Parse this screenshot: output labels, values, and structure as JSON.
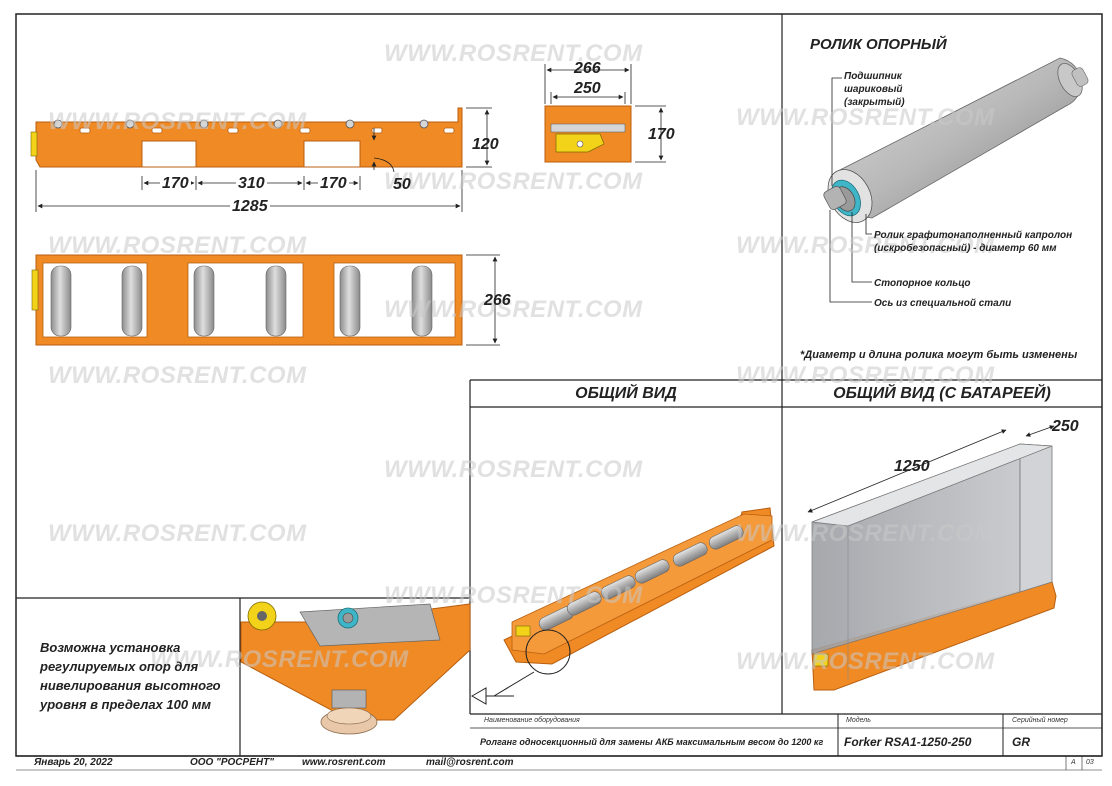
{
  "watermark": "WWW.ROSRENT.COM",
  "dimensions": {
    "top_width_outer": "266",
    "top_width_inner": "250",
    "side_height": "170",
    "height_120": "120",
    "cut_170_left": "170",
    "gap_310": "310",
    "cut_170_right": "170",
    "depth_50": "50",
    "length_1285": "1285",
    "width_266": "266",
    "battery_length": "1250",
    "battery_width": "250"
  },
  "roller_section": {
    "title": "РОЛИК ОПОРНЫЙ",
    "callout_bearing": [
      "Подшипник",
      "шариковый",
      "(закрытый)"
    ],
    "callout_roller": [
      "Ролик графитонаполненный капролон",
      "(искробезопасный) - диаметр 60 мм"
    ],
    "callout_ring": "Стопорное кольцо",
    "callout_axis": "Ось из специальной стали",
    "note": "*Диаметр и длина ролика могут быть изменены"
  },
  "views": {
    "general": "ОБЩИЙ ВИД",
    "with_battery": "ОБЩИЙ ВИД (С БАТАРЕЕЙ)"
  },
  "support_note": [
    "Возможна установка",
    "регулируемых опор для",
    "нивелирования высотного",
    "уровня в пределах 100 мм"
  ],
  "title_block": {
    "name_label": "Наименование оборудования",
    "name_value": "Ролганг односекционный для замены АКБ максимальным весом до 1200 кг",
    "model_label": "Модель",
    "model_value": "Forker RSA1-1250-250",
    "serial_label": "Серийный номер",
    "serial_value": "GR",
    "sheet_a": "А",
    "sheet_num": "03"
  },
  "footer": {
    "date": "Январь 20, 2022",
    "company": "ООО \"РОСРЕНТ\"",
    "website": "www.rosrent.com",
    "email": "mail@rosrent.com"
  },
  "colors": {
    "frame_orange": "#f08a24",
    "frame_edge": "#b85f10",
    "roller_gray": "#b4b4b4",
    "bearing_teal": "#3fb6c8",
    "latch_yellow": "#f3d21a"
  }
}
